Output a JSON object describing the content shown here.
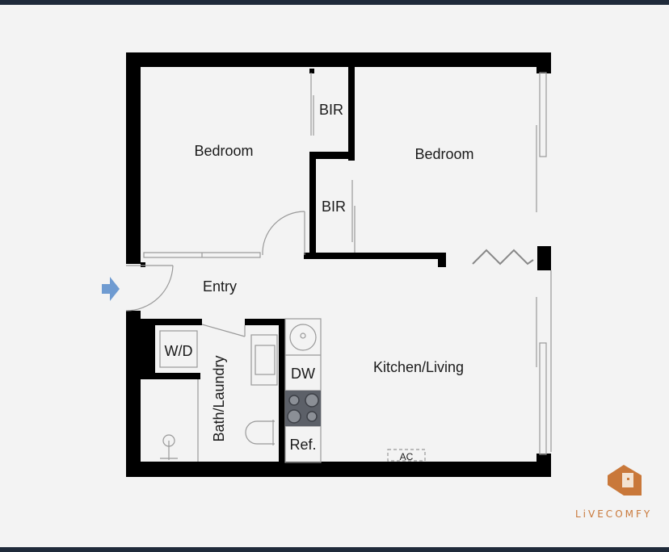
{
  "floorplan": {
    "rooms": [
      {
        "id": "bedroom1",
        "label": "Bedroom"
      },
      {
        "id": "bedroom2",
        "label": "Bedroom"
      },
      {
        "id": "bir1",
        "label": "BIR"
      },
      {
        "id": "bir2",
        "label": "BIR"
      },
      {
        "id": "entry",
        "label": "Entry"
      },
      {
        "id": "wd",
        "label": "W/D"
      },
      {
        "id": "bath",
        "label": "Bath/Laundry"
      },
      {
        "id": "dw",
        "label": "DW"
      },
      {
        "id": "ref",
        "label": "Ref."
      },
      {
        "id": "kitchen",
        "label": "Kitchen/Living"
      },
      {
        "id": "ac",
        "label": "AC"
      }
    ],
    "entry_arrow_color": "#6f9bd1",
    "wall_color": "#000000"
  },
  "brand": {
    "name": "LiVECOMFY",
    "color": "#c9783a"
  }
}
